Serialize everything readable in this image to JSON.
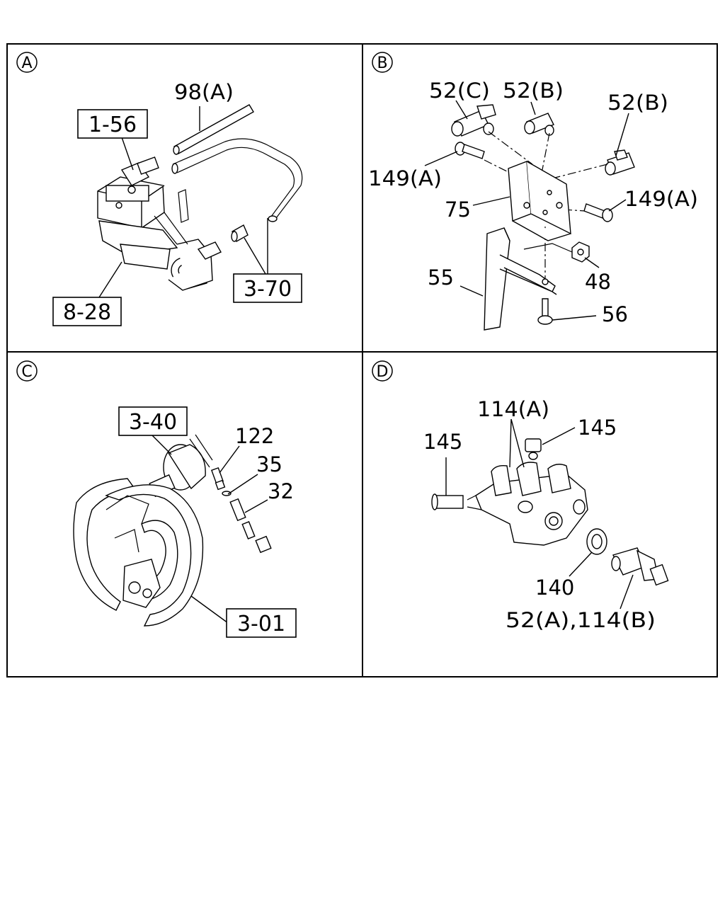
{
  "panels": [
    {
      "id": "A",
      "badge": "A",
      "boxed": [
        "1-56",
        "3-70",
        "8-28"
      ],
      "labels": [
        "98(A)"
      ]
    },
    {
      "id": "B",
      "badge": "B",
      "boxed": [],
      "labels": [
        "52(C)",
        "52(B)",
        "52(B)",
        "149(A)",
        "149(A)",
        "75",
        "55",
        "48",
        "56"
      ]
    },
    {
      "id": "C",
      "badge": "C",
      "boxed": [
        "3-40",
        "3-01"
      ],
      "labels": [
        "122",
        "35",
        "32"
      ]
    },
    {
      "id": "D",
      "badge": "D",
      "boxed": [],
      "labels": [
        "114(A)",
        "145",
        "145",
        "140",
        "52(A),114(B)"
      ]
    }
  ]
}
